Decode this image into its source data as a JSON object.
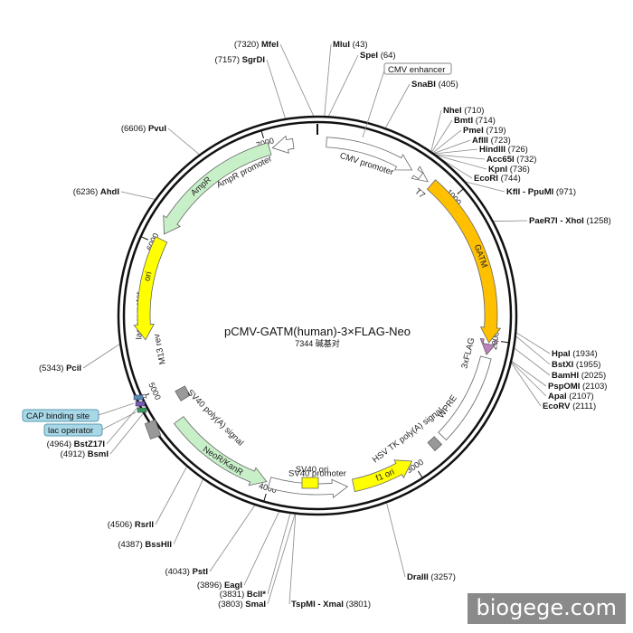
{
  "plasmid": {
    "name": "pCMV-GATM(human)-3×FLAG-Neo",
    "size_text": "7344 碱基对",
    "length": 7344
  },
  "ticks": [
    {
      "pos": 1000,
      "label": "1000"
    },
    {
      "pos": 2000,
      "label": "2000"
    },
    {
      "pos": 3000,
      "label": "3000"
    },
    {
      "pos": 4000,
      "label": "4000"
    },
    {
      "pos": 5000,
      "label": "5000"
    },
    {
      "pos": 6000,
      "label": "6000"
    },
    {
      "pos": 7000,
      "label": "7000"
    }
  ],
  "sites": [
    {
      "name": "MfeI",
      "pos": "(7320)",
      "angle": -1
    },
    {
      "name": "MluI",
      "pos": "(43)",
      "angle": 2
    },
    {
      "name": "SpeI",
      "pos": "(64)",
      "angle": 3.1
    },
    {
      "name": "SnaBI",
      "pos": "(405)",
      "angle": 19.9
    },
    {
      "name": "NheI",
      "pos": "(710)",
      "angle": 34.8
    },
    {
      "name": "BmtI",
      "pos": "(714)",
      "angle": 35
    },
    {
      "name": "PmeI",
      "pos": "(719)",
      "angle": 35.3
    },
    {
      "name": "AflII",
      "pos": "(723)",
      "angle": 35.5
    },
    {
      "name": "HindIII",
      "pos": "(726)",
      "angle": 35.6
    },
    {
      "name": "Acc65I",
      "pos": "(732)",
      "angle": 35.9
    },
    {
      "name": "KpnI",
      "pos": "(736)",
      "angle": 36.1
    },
    {
      "name": "EcoRI",
      "pos": "(744)",
      "angle": 36.5
    },
    {
      "name": "KflI - PpuMI",
      "pos": "(971)",
      "angle": 47.6
    },
    {
      "name": "PaeR7I - XhoI",
      "pos": "(1258)",
      "angle": 61.7
    },
    {
      "name": "HpaI",
      "pos": "(1934)",
      "angle": 94.8
    },
    {
      "name": "BstXI",
      "pos": "(1955)",
      "angle": 95.8
    },
    {
      "name": "BamHI",
      "pos": "(2025)",
      "angle": 99.3
    },
    {
      "name": "PspOMI",
      "pos": "(2103)",
      "angle": 103.1
    },
    {
      "name": "ApaI",
      "pos": "(2107)",
      "angle": 103.3
    },
    {
      "name": "EcoRV",
      "pos": "(2111)",
      "angle": 103.5
    },
    {
      "name": "DraIII",
      "pos": "(3257)",
      "angle": 159.7
    },
    {
      "name": "TspMI - XmaI",
      "pos": "(3801)",
      "angle": 186.3
    },
    {
      "name": "SmaI",
      "pos": "(3803)",
      "angle": 186.4
    },
    {
      "name": "BclI*",
      "pos": "(3831)",
      "angle": 187.8
    },
    {
      "name": "EagI",
      "pos": "(3896)",
      "angle": 191
    },
    {
      "name": "PstI",
      "pos": "(4043)",
      "angle": 198.2
    },
    {
      "name": "BssHII",
      "pos": "(4387)",
      "angle": 215
    },
    {
      "name": "RsrII",
      "pos": "(4506)",
      "angle": 220.9
    },
    {
      "name": "BsmI",
      "pos": "(4912)",
      "angle": 240.8
    },
    {
      "name": "BstZ17I",
      "pos": "(4964)",
      "angle": 243.3
    },
    {
      "name": "PciI",
      "pos": "(5343)",
      "angle": 261.9
    },
    {
      "name": "AhdI",
      "pos": "(6236)",
      "angle": 305.7
    },
    {
      "name": "PvuI",
      "pos": "(6606)",
      "angle": 323.8
    },
    {
      "name": "SgrDI",
      "pos": "(7157)",
      "angle": 350.8
    }
  ],
  "features": [
    {
      "label": "CMV enhancer",
      "type": "boxed",
      "color": "#ffffff"
    },
    {
      "label": "CMV promoter",
      "type": "arrow",
      "color": "#ffffff"
    },
    {
      "label": "T7",
      "type": "arrow",
      "color": "#ffffff"
    },
    {
      "label": "GATM",
      "type": "arrow",
      "color": "#ffc000"
    },
    {
      "label": "3xFLAG",
      "type": "arrow",
      "color": "#c080c0"
    },
    {
      "label": "WPRE",
      "type": "box",
      "color": "#ffffff"
    },
    {
      "label": "HSV TK poly(A) signal",
      "type": "box",
      "color": "#999999"
    },
    {
      "label": "f1 ori",
      "type": "arrow",
      "color": "#ffff00"
    },
    {
      "label": "SV40 promoter",
      "type": "arrow",
      "color": "#ffffff"
    },
    {
      "label": "SV40 ori",
      "type": "box",
      "color": "#ffff00"
    },
    {
      "label": "NeoR/KanR",
      "type": "arrow",
      "color": "#c8f0c8"
    },
    {
      "label": "SV40 poly(A) signal",
      "type": "box",
      "color": "#999999"
    },
    {
      "label": "lac promoter",
      "type": "arrow",
      "color": "#ffffff"
    },
    {
      "label": "M13 rev",
      "type": "arrow",
      "color": "#5a8ab0"
    },
    {
      "label": "CAP binding site",
      "type": "boxed",
      "color": "#a8d8e8"
    },
    {
      "label": "lac operator",
      "type": "boxed",
      "color": "#a8d8e8"
    },
    {
      "label": "ori",
      "type": "arrow",
      "color": "#ffff00"
    },
    {
      "label": "AmpR",
      "type": "arrow",
      "color": "#c8f0c8"
    },
    {
      "label": "AmpR promoter",
      "type": "arrow",
      "color": "#ffffff"
    }
  ],
  "watermark": "biogege.com"
}
